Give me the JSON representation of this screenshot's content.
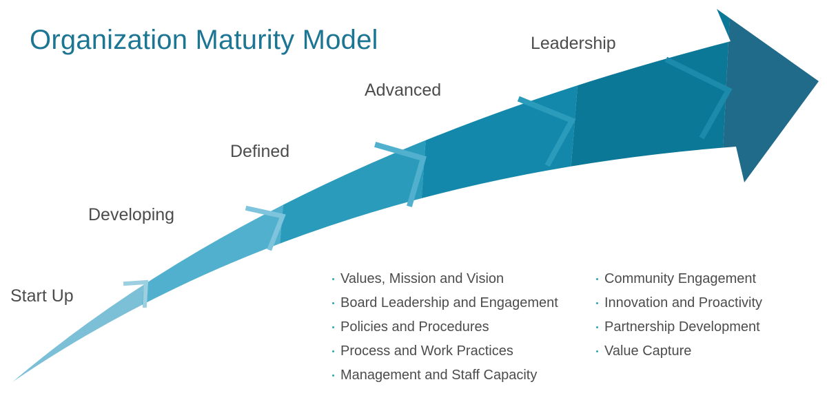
{
  "title": "Organization Maturity Model",
  "stages": [
    "Start Up",
    "Developing",
    "Defined",
    "Advanced",
    "Leadership"
  ],
  "focus_areas_left": [
    "Values, Mission and Vision",
    "Board Leadership and Engagement",
    "Policies and Procedures",
    "Process and Work Practices",
    "Management and Staff Capacity"
  ],
  "focus_areas_right": [
    "Community Engagement",
    "Innovation and Proactivity",
    "Partnership Development",
    "Value Capture"
  ],
  "colors": {
    "title": "#1c7593",
    "text": "#4c4c4c",
    "bullet": "#2aa5b7",
    "arrow_segments": [
      "#7cc0d8",
      "#52b0cf",
      "#2a9bbb",
      "#1388aa",
      "#0c7898",
      "#206b8a"
    ]
  }
}
